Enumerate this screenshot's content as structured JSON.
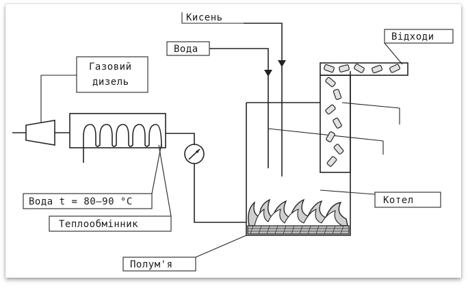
{
  "labels": {
    "oxygen": "Кисень",
    "water_in": "Вода",
    "waste": "Відходи",
    "gas_diesel_line1": "Газовий",
    "gas_diesel_line2": "дизель",
    "water_temp": "Вода t = 80–90 °С",
    "heat_exchanger": "Теплообмінник",
    "boiler": "Котел",
    "flame": "Полум'я"
  }
}
